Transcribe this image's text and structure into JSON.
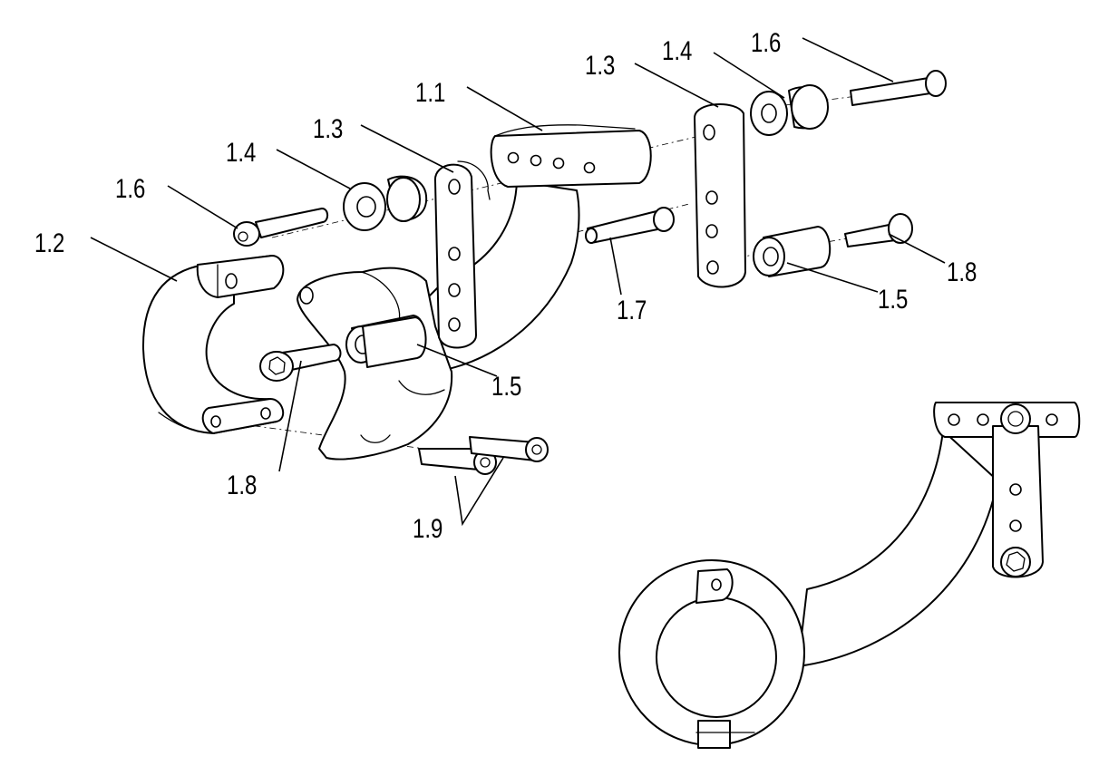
{
  "callouts": {
    "c11": "1.1",
    "c12": "1.2",
    "c13a": "1.3",
    "c13b": "1.3",
    "c14a": "1.4",
    "c14b": "1.4",
    "c15a": "1.5",
    "c15b": "1.5",
    "c16a": "1.6",
    "c16b": "1.6",
    "c17": "1.7",
    "c18a": "1.8",
    "c18b": "1.8",
    "c19": "1.9"
  }
}
